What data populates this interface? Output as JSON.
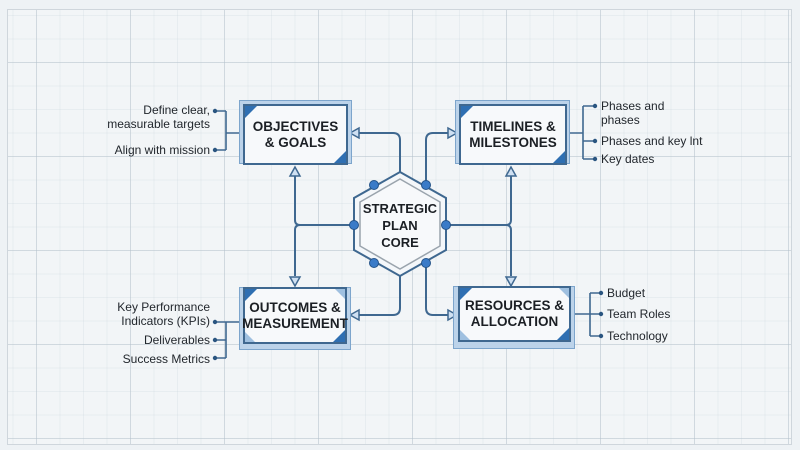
{
  "core": {
    "label": "STRATEGIC\nPLAN\nCORE"
  },
  "nodes": {
    "objectives": {
      "label": "OBJECTIVES\n& GOALS",
      "notes": [
        "Define clear,\nmeasurable targets",
        "Align with mission"
      ]
    },
    "timelines": {
      "label": "TIMELINES &\nMILESTONES",
      "notes": [
        "Phases and\nphases",
        "Phases and key lnt",
        "Key dates"
      ]
    },
    "outcomes": {
      "label": "OUTCOMES &\nMEASUREMENT",
      "notes": [
        "Key Performance\nIndicators (KPIs)",
        "Deliverables",
        "Success Metrics"
      ]
    },
    "resources": {
      "label": "RESOURCES &\nALLOCATION",
      "notes": [
        "Budget",
        "Team Roles",
        "Technology"
      ]
    }
  },
  "colors": {
    "line": "#3f6890",
    "accent": "#2f6fb2",
    "dot": "#3a7bc8",
    "arrow_fill": "#cfe0f2",
    "background": "#eef2f5"
  }
}
